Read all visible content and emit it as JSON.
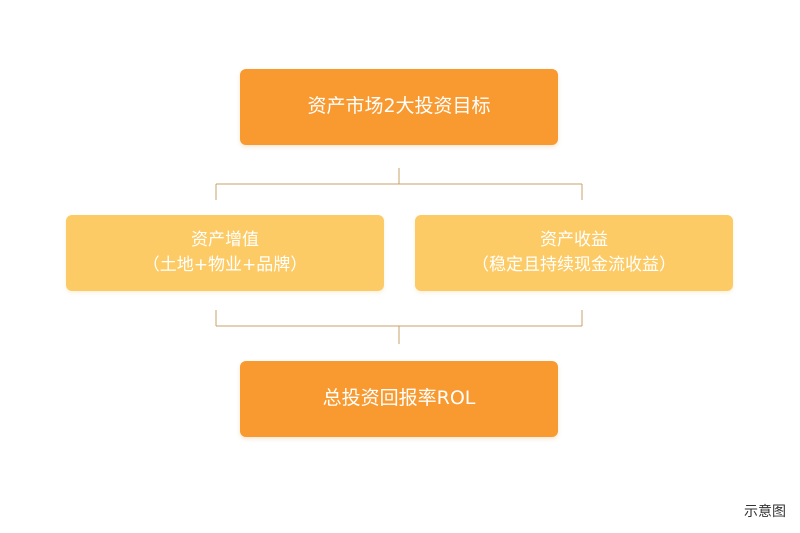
{
  "diagram": {
    "top_node": {
      "label": "资产市场2大投资目标"
    },
    "left_node": {
      "line1": "资产增值",
      "line2": "（土地+物业+品牌）"
    },
    "right_node": {
      "line1": "资产收益",
      "line2": "（稳定且持续现金流收益）"
    },
    "bottom_node": {
      "label": "总投资回报率ROL"
    },
    "caption": "示意图"
  },
  "colors": {
    "primary_orange": "#f99a30",
    "light_orange": "#fccb66",
    "connector": "#c9a06a"
  }
}
